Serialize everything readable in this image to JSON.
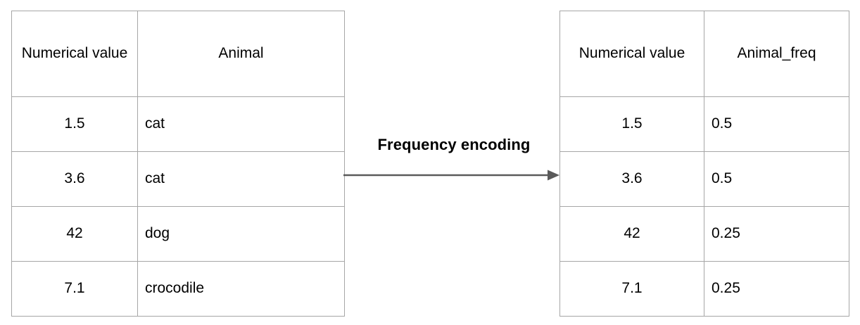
{
  "diagram": {
    "title": "Frequency encoding",
    "arrow_label": "Frequency encoding",
    "arrow_icon": "arrow-right-icon",
    "colors": {
      "border": "#a6a6a6",
      "text": "#000000",
      "arrow": "#5a5a5a",
      "background": "#ffffff"
    }
  },
  "source_table": {
    "name": "input-table",
    "headers": [
      "Numerical value",
      "Animal"
    ],
    "rows": [
      {
        "value": "1.5",
        "animal": "cat"
      },
      {
        "value": "3.6",
        "animal": "cat"
      },
      {
        "value": "42",
        "animal": "dog"
      },
      {
        "value": "7.1",
        "animal": "crocodile"
      }
    ]
  },
  "result_table": {
    "name": "output-table",
    "headers": [
      "Numerical value",
      "Animal_freq"
    ],
    "rows": [
      {
        "value": "1.5",
        "freq": "0.5"
      },
      {
        "value": "3.6",
        "freq": "0.5"
      },
      {
        "value": "42",
        "freq": "0.25"
      },
      {
        "value": "7.1",
        "freq": "0.25"
      }
    ]
  }
}
